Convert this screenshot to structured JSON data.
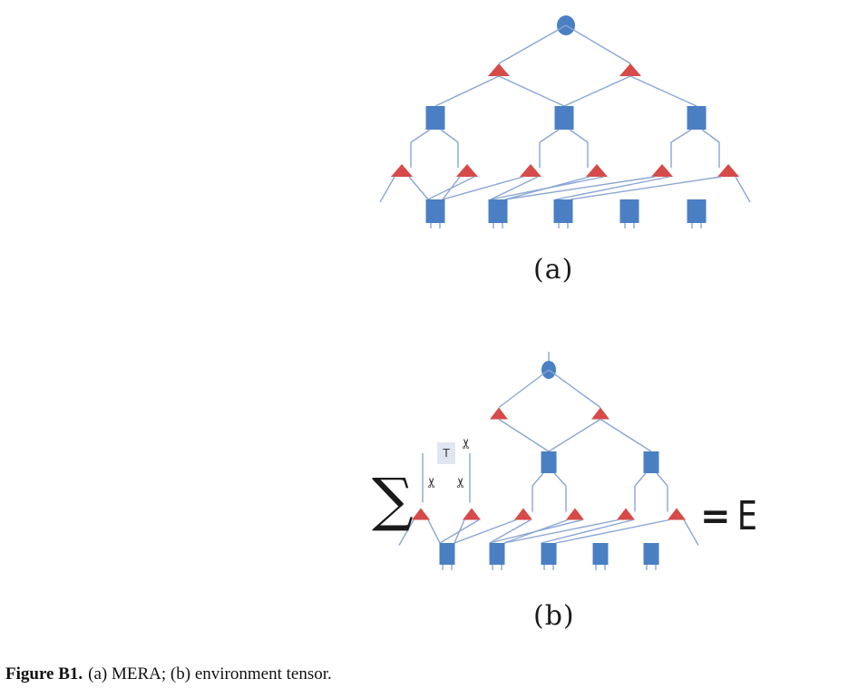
{
  "panel_a": {
    "label": "(a)"
  },
  "panel_b": {
    "label": "(b)",
    "sum_symbol": "∑",
    "equals_symbol": "=",
    "result_symbol": "E",
    "tensor_label": "T",
    "scissors_glyph": "✂"
  },
  "caption": {
    "figure_label": "Figure B1.",
    "text": "(a) MERA; (b) environment tensor."
  },
  "colors": {
    "line": "#8aa6d4",
    "square": "#4a7fc4",
    "triangle": "#d64a4a",
    "circle": "#4a7fc4"
  }
}
